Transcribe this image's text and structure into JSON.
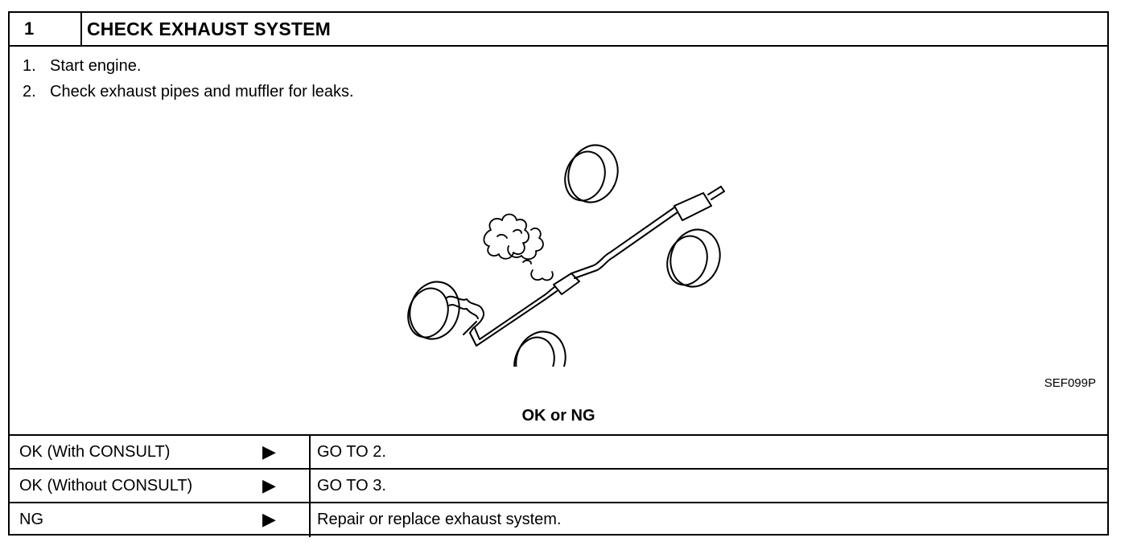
{
  "header": {
    "step_number": "1",
    "title": "CHECK EXHAUST SYSTEM"
  },
  "instructions": [
    {
      "number": "1.",
      "text": "Start engine."
    },
    {
      "number": "2.",
      "text": "Check exhaust pipes and muffler for leaks."
    }
  ],
  "figure": {
    "code": "SEF099P",
    "icon": "exhaust-system-illustration"
  },
  "result": {
    "heading": "OK or NG",
    "arrow_glyph": "▶",
    "rows": [
      {
        "condition": "OK (With CONSULT)",
        "action": "GO TO 2."
      },
      {
        "condition": "OK (Without CONSULT)",
        "action": "GO TO 3."
      },
      {
        "condition": "NG",
        "action": "Repair or replace exhaust system."
      }
    ]
  }
}
